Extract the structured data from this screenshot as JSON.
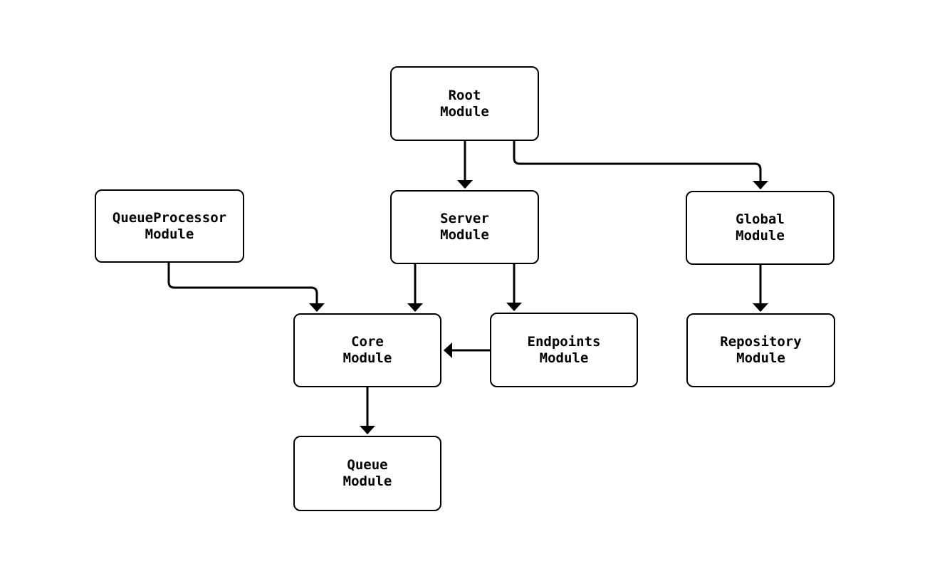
{
  "diagram": {
    "type": "flowchart",
    "direction": "top-down",
    "nodes": [
      {
        "id": "root",
        "label": "Root\nModule"
      },
      {
        "id": "queueprocessor",
        "label": "QueueProcessor\nModule"
      },
      {
        "id": "server",
        "label": "Server\nModule"
      },
      {
        "id": "global",
        "label": "Global\nModule"
      },
      {
        "id": "core",
        "label": "Core\nModule"
      },
      {
        "id": "endpoints",
        "label": "Endpoints\nModule"
      },
      {
        "id": "repository",
        "label": "Repository\nModule"
      },
      {
        "id": "queue",
        "label": "Queue\nModule"
      }
    ],
    "edges": [
      {
        "from": "Root Module",
        "to": "Server Module"
      },
      {
        "from": "Root Module",
        "to": "Global Module"
      },
      {
        "from": "Server Module",
        "to": "Core Module"
      },
      {
        "from": "Server Module",
        "to": "Endpoints Module"
      },
      {
        "from": "QueueProcessor Module",
        "to": "Core Module"
      },
      {
        "from": "Endpoints Module",
        "to": "Core Module"
      },
      {
        "from": "Global Module",
        "to": "Repository Module"
      },
      {
        "from": "Core Module",
        "to": "Queue Module"
      }
    ],
    "colors": {
      "stroke": "#000000",
      "node_fill": "#ffffff",
      "background": "#ffffff",
      "text": "#000000"
    }
  }
}
